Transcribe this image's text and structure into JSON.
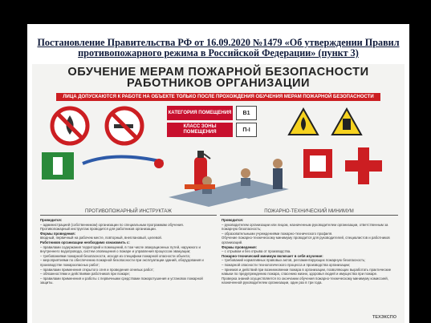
{
  "slide": {
    "caption_line1": "Постановление Правительства РФ от 16.09.2020 №1479 «Об утверждении Правил",
    "caption_line2": "противопожарного режима в Российской Федерации» (пункт 3)"
  },
  "poster": {
    "title_line1": "ОБУЧЕНИЕ МЕРАМ ПОЖАРНОЙ БЕЗОПАСНОСТИ",
    "title_line2": "РАБОТНИКОВ ОРГАНИЗАЦИИ",
    "red_band": "ЛИЦА ДОПУСКАЮТСЯ К РАБОТЕ НА ОБЪЕКТЕ ТОЛЬКО ПОСЛЕ ПРОХОЖДЕНИЯ ОБУЧЕНИЯ МЕРАМ ПОЖАРНОЙ БЕЗОПАСНОСТИ",
    "category": {
      "label": "КАТЕГОРИЯ ПОМЕЩЕНИЯ",
      "value": "В1"
    },
    "zone": {
      "label": "КЛАСС ЗОНЫ ПОМЕЩЕНИЯ",
      "value": "П-I"
    },
    "left_heading": "ПРОТИВОПОЖАРНЫЙ ИНСТРУКТАЖ",
    "right_heading": "ПОЖАРНО-ТЕХНИЧЕСКИЙ МИНИМУМ",
    "left_lines": [
      {
        "t": "Проводится:",
        "h": true
      },
      {
        "t": "– администрацией (собственником) организации по специальным программам обучения.",
        "h": false
      },
      {
        "t": "Противопожарный инструктаж проводится для работников организации.",
        "h": false
      },
      {
        "t": "Формы проведения:",
        "h": true
      },
      {
        "t": "вводный, первичный на рабочем месте, повторный, внеплановый, целевой.",
        "h": false
      },
      {
        "t": "Работников организации необходимо ознакомить с:",
        "h": true
      },
      {
        "t": "– правилами содержания территорий и помещений, в том числе эвакуационных путей, наружного и внутреннего водопровода, систем оповещения о пожаре и управления процессом эвакуации;",
        "h": false
      },
      {
        "t": "– требованиями пожарной безопасности, исходя из специфики пожарной опасности объекта;",
        "h": false
      },
      {
        "t": "– мероприятиями по обеспечению пожарной безопасности при эксплуатации зданий, оборудования и производстве пожароопасных работ;",
        "h": false
      },
      {
        "t": "– правилами применения открытого огня и проведения огневых работ;",
        "h": false
      },
      {
        "t": "– обязанностями и действиями работников при пожаре;",
        "h": false
      },
      {
        "t": "– правилами применения и работы с первичными средствами пожаротушения и установок пожарной защиты.",
        "h": false
      }
    ],
    "right_lines": [
      {
        "t": "Проводится:",
        "h": true
      },
      {
        "t": "– руководителем организации или лицом, назначенным руководителем организации, ответственным за пожарную безопасность;",
        "h": false
      },
      {
        "t": "– образовательными учреждениями пожарно-технического профиля.",
        "h": false
      },
      {
        "t": "Обучение пожарно-техническому минимуму проводится для руководителей, специалистов и работников организаций.",
        "h": false
      },
      {
        "t": "Формы проведения:",
        "h": true
      },
      {
        "t": "– с отрывом и без отрыва от производства.",
        "h": false
      },
      {
        "t": "Пожарно-технический минимум включает в себя изучение:",
        "h": true
      },
      {
        "t": "– требований нормативных правовых актов, регламентирующих пожарную безопасность;",
        "h": false
      },
      {
        "t": "– пожарной опасности технологического процесса и производства организации;",
        "h": false
      },
      {
        "t": "– приемов и действий при возникновении пожара в организации, позволяющих выработать практические навыки по предупреждению пожара, спасению жизни, здоровья людей и имущества при пожаре.",
        "h": false
      },
      {
        "t": "Проверка знаний осуществляется по окончании обучения пожарно-техническому минимуму комиссией, назначенной руководителем организации, один раз в три года.",
        "h": false
      }
    ],
    "brand": "ТЕХЭКСПО"
  },
  "colors": {
    "red": "#cc1e22",
    "caption": "#0f1a3a"
  }
}
